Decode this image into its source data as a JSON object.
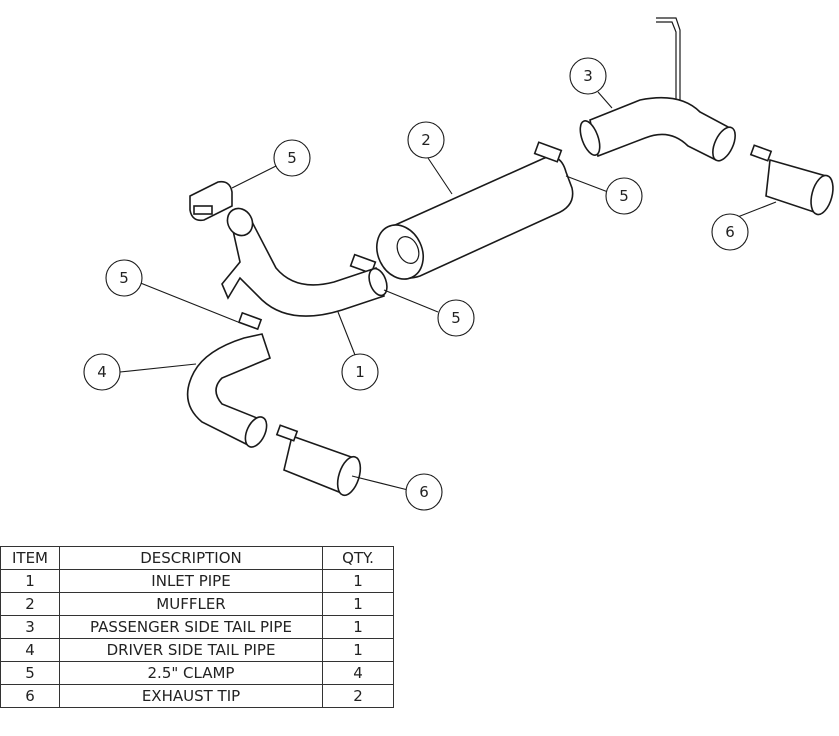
{
  "callouts": [
    {
      "id": "c1",
      "label": "1"
    },
    {
      "id": "c2",
      "label": "2"
    },
    {
      "id": "c3",
      "label": "3"
    },
    {
      "id": "c4",
      "label": "4"
    },
    {
      "id": "c5a",
      "label": "5"
    },
    {
      "id": "c5b",
      "label": "5"
    },
    {
      "id": "c5c",
      "label": "5"
    },
    {
      "id": "c5d",
      "label": "5"
    },
    {
      "id": "c6a",
      "label": "6"
    },
    {
      "id": "c6b",
      "label": "6"
    }
  ],
  "bom": {
    "headers": {
      "item": "ITEM",
      "description": "DESCRIPTION",
      "qty": "QTY."
    },
    "rows": [
      {
        "item": "1",
        "description": "INLET PIPE",
        "qty": "1"
      },
      {
        "item": "2",
        "description": "MUFFLER",
        "qty": "1"
      },
      {
        "item": "3",
        "description": "PASSENGER SIDE TAIL PIPE",
        "qty": "1"
      },
      {
        "item": "4",
        "description": "DRIVER SIDE TAIL PIPE",
        "qty": "1"
      },
      {
        "item": "5",
        "description": "2.5\" CLAMP",
        "qty": "4"
      },
      {
        "item": "6",
        "description": "EXHAUST TIP",
        "qty": "2"
      }
    ]
  },
  "colors": {
    "line": "#1a1a1a",
    "background": "#ffffff"
  }
}
